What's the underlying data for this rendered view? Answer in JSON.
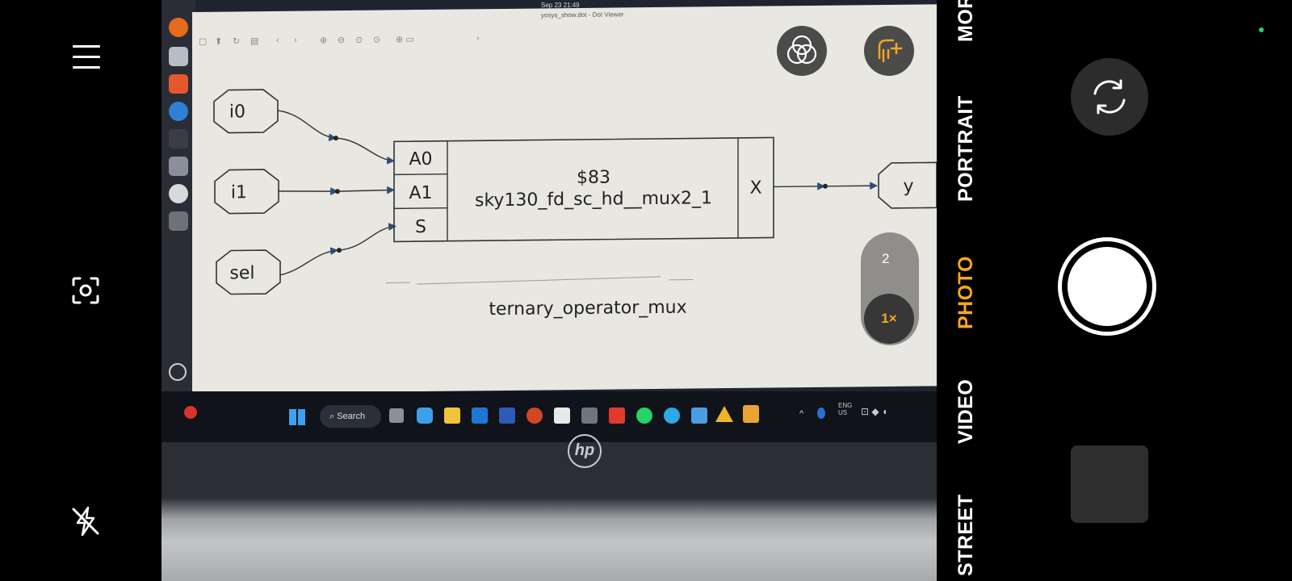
{
  "viewer": {
    "topbar_date": "Sep 23  21:49",
    "window_title": "yosys_show.dot - Dot Viewer"
  },
  "diagram": {
    "inputs": [
      "i0",
      "i1",
      "sel"
    ],
    "cell_id": "$83",
    "cell_type": "sky130_fd_sc_hd__mux2_1",
    "ports_in": [
      "A0",
      "A1",
      "S"
    ],
    "port_out": "X",
    "output": "y",
    "module_name": "ternary_operator_mux"
  },
  "taskbar": {
    "search_label": "Search",
    "lang": "ENG",
    "lang_sub": "US"
  },
  "camera": {
    "zoom_levels": [
      "2",
      "1×"
    ],
    "modes": [
      "MORE",
      "PORTRAIT",
      "PHOTO",
      "VIDEO",
      "STREET"
    ],
    "active_mode": "PHOTO",
    "accent": "#f5a623"
  },
  "icons": {
    "left_bar": [
      "menu-icon",
      "focus-icon",
      "flash-off-icon"
    ],
    "overlay": [
      "filters-icon",
      "ai-scene-icon"
    ],
    "right_bar": [
      "switch-camera-icon",
      "shutter-button",
      "gallery-thumbnail"
    ]
  },
  "laptop": {
    "brand": "hp"
  }
}
